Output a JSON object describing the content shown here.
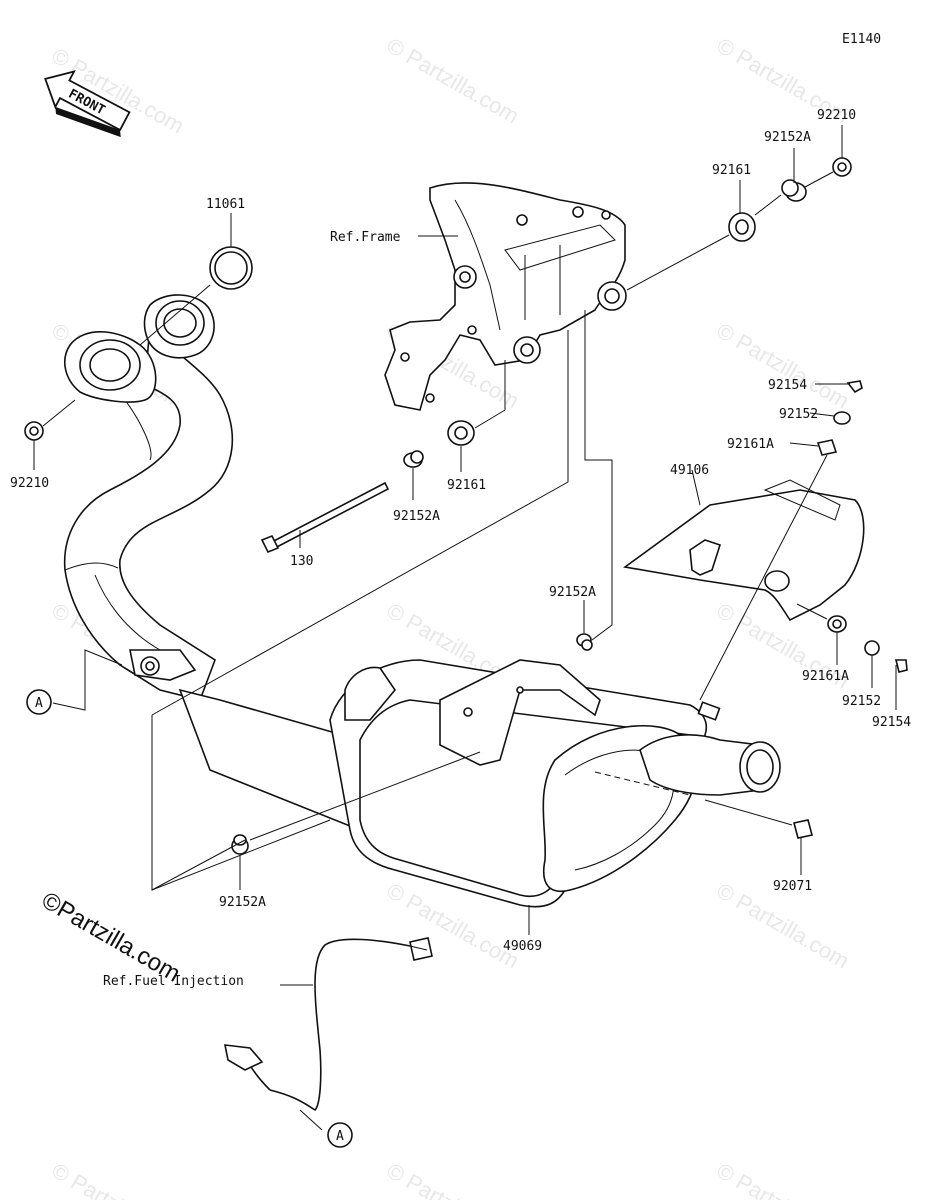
{
  "diagram_code": "E1140",
  "front_arrow_label": "FRONT",
  "refs": {
    "frame": "Ref.Frame",
    "fuel_injection": "Ref.Fuel Injection"
  },
  "connector_marker": "A",
  "watermark": "© Partzilla.com",
  "copyright": "©Partzilla.com",
  "parts": {
    "p11061": "11061",
    "p92210_left": "92210",
    "p92210_right": "92210",
    "p92152A_top": "92152A",
    "p92161_top": "92161",
    "p92161_mid": "92161",
    "p92152A_mid": "92152A",
    "p130": "130",
    "p92154_top": "92154",
    "p92152_top": "92152",
    "p92161A_top": "92161A",
    "p49106": "49106",
    "p92152A_right": "92152A",
    "p92161A_bottom": "92161A",
    "p92152_bottom": "92152",
    "p92154_bottom": "92154",
    "p92152A_bottom": "92152A",
    "p92071": "92071",
    "p49069": "49069"
  }
}
